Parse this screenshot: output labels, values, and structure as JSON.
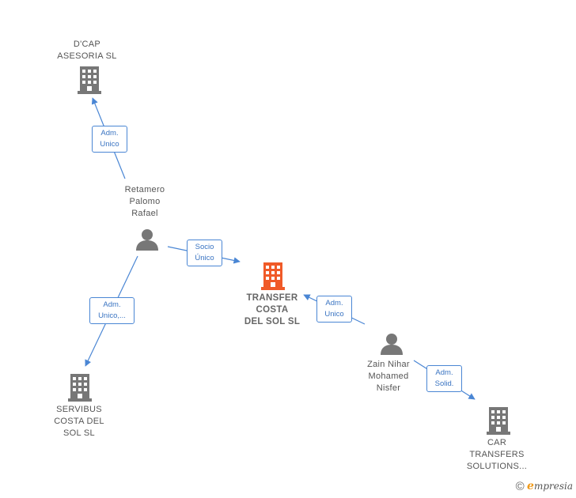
{
  "nodes": {
    "dcap": {
      "type": "company",
      "lines": [
        "D'CAP",
        "ASESORIA  SL"
      ]
    },
    "retamero": {
      "type": "person",
      "lines": [
        "Retamero",
        "Palomo",
        "Rafael"
      ]
    },
    "transfer": {
      "type": "company",
      "focus": true,
      "lines": [
        "TRANSFER",
        "COSTA",
        "DEL SOL  SL"
      ]
    },
    "servibus": {
      "type": "company",
      "lines": [
        "SERVIBUS",
        "COSTA DEL",
        "SOL SL"
      ]
    },
    "zain": {
      "type": "person",
      "lines": [
        "Zain Nihar",
        "Mohamed",
        "Nisfer"
      ]
    },
    "car": {
      "type": "company",
      "lines": [
        "CAR",
        "TRANSFERS",
        "SOLUTIONS..."
      ]
    }
  },
  "edges": {
    "retamero_dcap": {
      "lines": [
        "Adm.",
        "Unico"
      ]
    },
    "retamero_transfer": {
      "lines": [
        "Socio",
        "Único"
      ]
    },
    "retamero_servibus": {
      "lines": [
        "Adm.",
        "Unico,..."
      ]
    },
    "zain_transfer": {
      "lines": [
        "Adm.",
        "Unico"
      ]
    },
    "zain_car": {
      "lines": [
        "Adm.",
        "Solid."
      ]
    }
  },
  "colors": {
    "edge": "#4a86d4",
    "company": "#777777",
    "focus_company": "#f05a28",
    "person": "#777777"
  },
  "brand": {
    "copyright": "©",
    "initial": "e",
    "name": "mpresia"
  }
}
